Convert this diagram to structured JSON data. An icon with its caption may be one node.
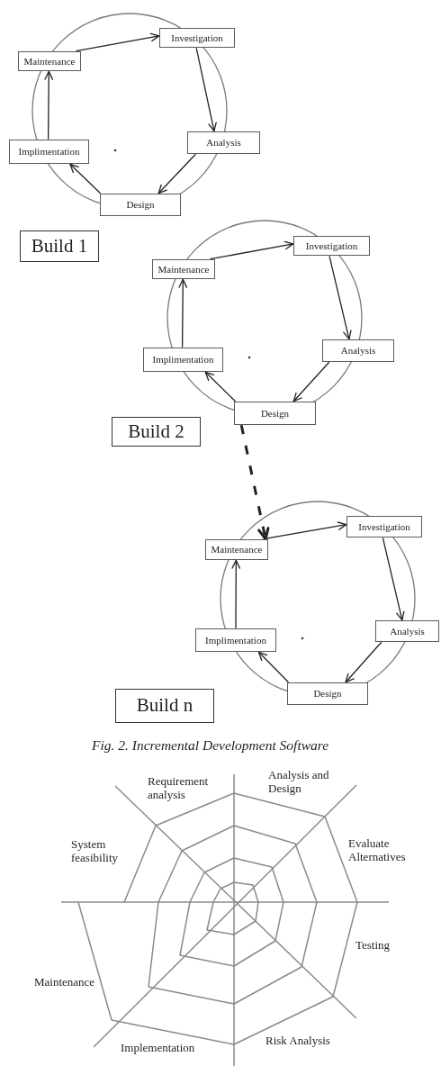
{
  "diagram": {
    "caption": "Fig. 2. Incremental Development Software",
    "nodes": [
      {
        "text": [
          "Maintenance"
        ]
      },
      {
        "text": [
          "Investigation"
        ]
      },
      {
        "text": [
          "Analysis"
        ]
      },
      {
        "text": [
          "Design"
        ]
      },
      {
        "text": [
          "Implimentation"
        ]
      },
      {
        "text": [
          "Build 1"
        ]
      },
      {
        "text": [
          "Maintenance"
        ]
      },
      {
        "text": [
          "Investigation"
        ]
      },
      {
        "text": [
          "Analysis"
        ]
      },
      {
        "text": [
          "Design"
        ]
      },
      {
        "text": [
          "Implimentation"
        ]
      },
      {
        "text": [
          "Build 2"
        ]
      },
      {
        "text": [
          "Maintenance"
        ]
      },
      {
        "text": [
          "Investigation"
        ]
      },
      {
        "text": [
          "Analysis"
        ]
      },
      {
        "text": [
          "Design"
        ]
      },
      {
        "text": [
          "Implimentation"
        ]
      },
      {
        "text": [
          "Build n"
        ]
      }
    ],
    "edges": [
      {
        "from": 0,
        "to": 1,
        "arrow": "to"
      },
      {
        "from": 1,
        "to": 2,
        "arrow": "to"
      },
      {
        "from": 2,
        "to": 3,
        "arrow": "to"
      },
      {
        "from": 3,
        "to": 4,
        "arrow": "to"
      },
      {
        "from": 4,
        "to": 0,
        "arrow": "to"
      },
      {
        "from": 6,
        "to": 7,
        "arrow": "to"
      },
      {
        "from": 7,
        "to": 8,
        "arrow": "to"
      },
      {
        "from": 8,
        "to": 9,
        "arrow": "to"
      },
      {
        "from": 9,
        "to": 10,
        "arrow": "to"
      },
      {
        "from": 10,
        "to": 6,
        "arrow": "to"
      },
      {
        "from": 9,
        "to": 12,
        "arrow": "to",
        "style": "dashed"
      },
      {
        "from": 12,
        "to": 13,
        "arrow": "to"
      },
      {
        "from": 13,
        "to": 14,
        "arrow": "to"
      },
      {
        "from": 14,
        "to": 15,
        "arrow": "to"
      },
      {
        "from": 15,
        "to": 16,
        "arrow": "to"
      },
      {
        "from": 16,
        "to": 12,
        "arrow": "to"
      }
    ],
    "labels": [
      "Requirement analysis",
      "Analysis and Design",
      "System feasibility",
      "Evaluate Alternatives",
      "Testing",
      "Maintenance",
      "Implementation",
      "Risk Analysis"
    ]
  }
}
